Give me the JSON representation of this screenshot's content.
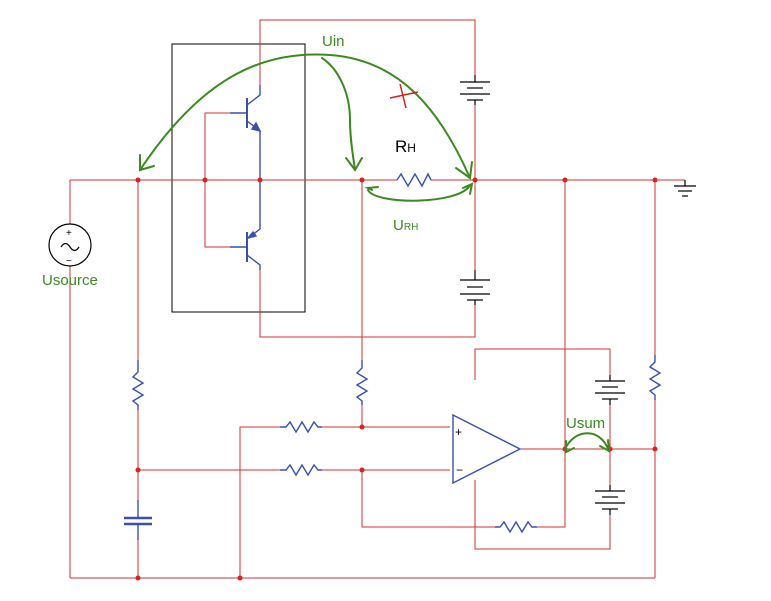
{
  "labels": {
    "uin": "Uin",
    "rh_main": "R",
    "rh_sub": "H",
    "urh_main": "U",
    "urh_sub": "RH",
    "usource": "Usource",
    "usum": "Usum",
    "plus": "+",
    "minus": "−"
  },
  "colors": {
    "wire": "#d03030",
    "component": "#3a4fb0",
    "node": "#e02020",
    "annotation": "#3a8a20",
    "box": "#000000",
    "cross": "#d02020"
  }
}
